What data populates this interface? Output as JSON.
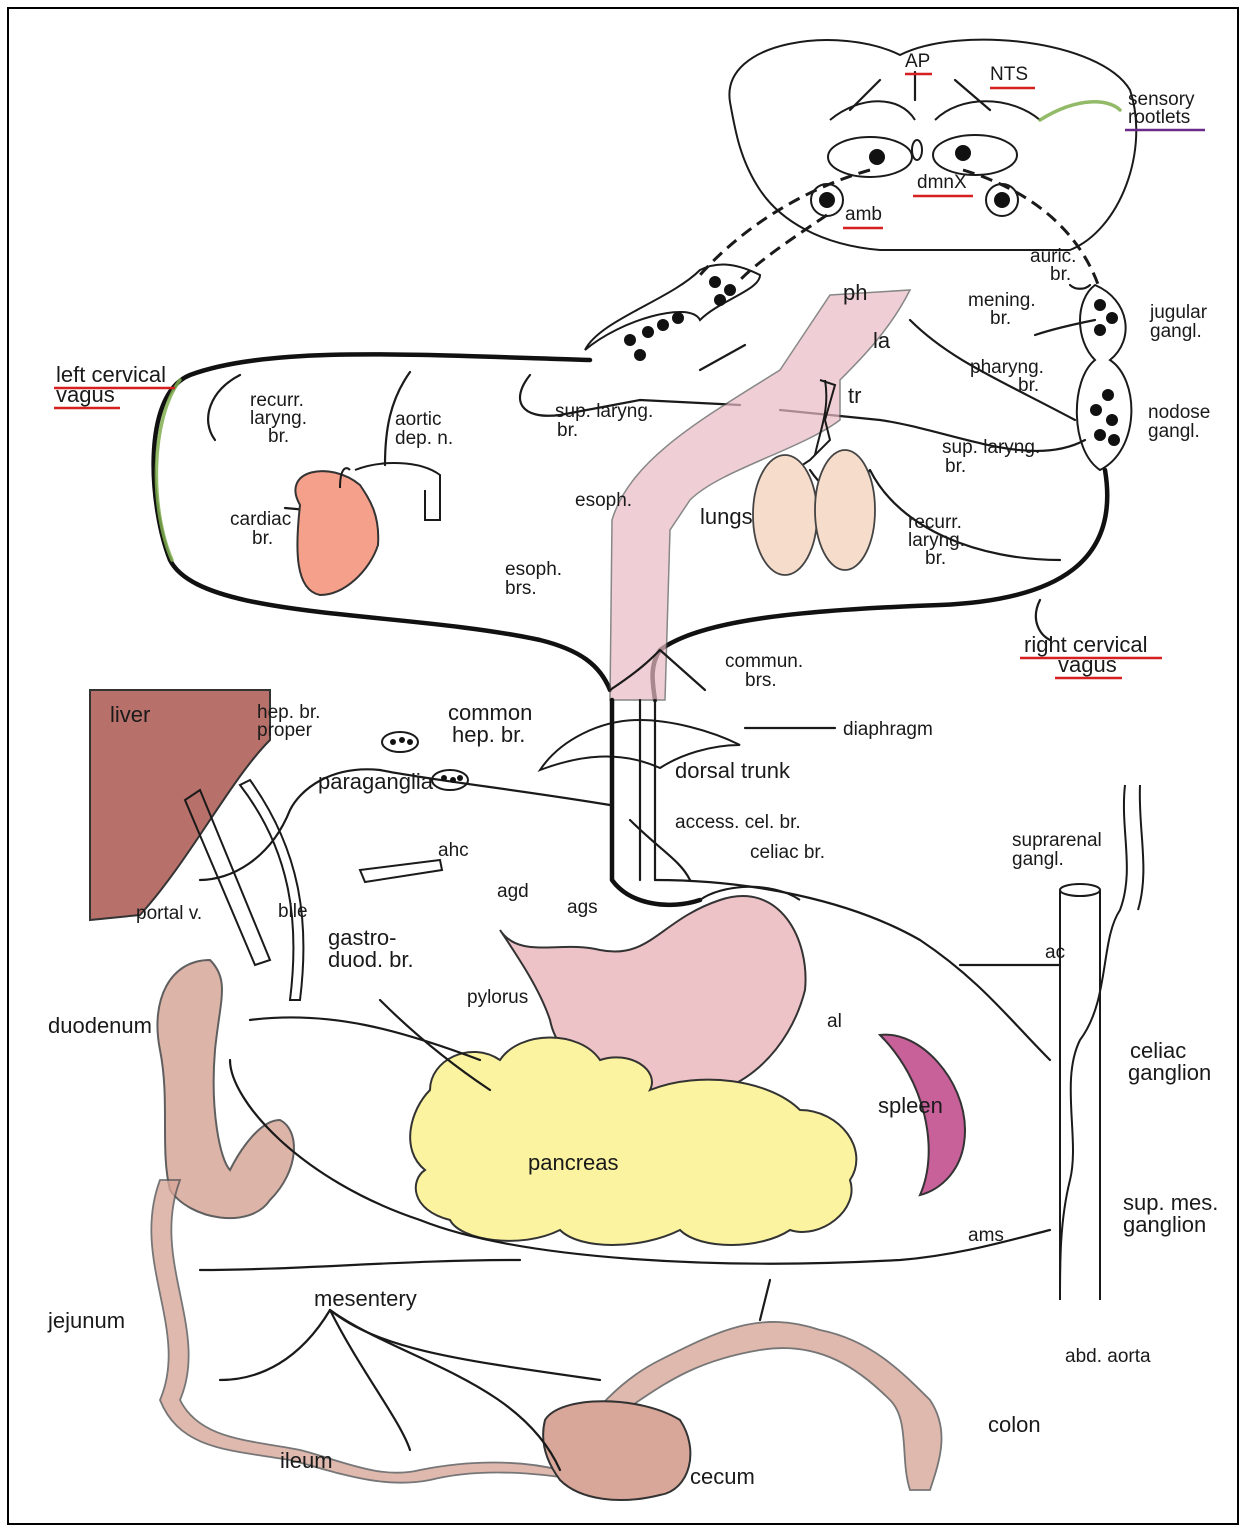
{
  "colors": {
    "nerve": "#1a1a1a",
    "nerve_highlight": "#7fae4f",
    "gut": "#d8a79a",
    "liver": "#b8706a",
    "heart": "#f4a08a",
    "lungs": "#f6dccb",
    "pancreas": "#fbf3a0",
    "spleen": "#c8609a",
    "underline_red": "#d62020",
    "underline_purple": "#6a2a8a"
  },
  "labels": {
    "ap": "AP",
    "nts": "NTS",
    "sensory_rootlets_1": "sensory",
    "sensory_rootlets_2": "rootlets",
    "dmnx": "dmnX",
    "amb": "amb",
    "auric_1": "auric.",
    "auric_2": "br.",
    "mening_1": "mening.",
    "mening_2": "br.",
    "jugular_1": "jugular",
    "jugular_2": "gangl.",
    "ph": "ph",
    "la": "la",
    "tr": "tr",
    "pharyng_1": "pharyng.",
    "pharyng_2": "br.",
    "nodose_1": "nodose",
    "nodose_2": "gangl.",
    "left_cervical_1": "left cervical",
    "left_cervical_2": "vagus",
    "recurr_left_1": "recurr.",
    "recurr_left_2": "laryng.",
    "recurr_left_3": "br.",
    "aortic_1": "aortic",
    "aortic_2": "dep. n.",
    "sup_laryng_left_1": "sup. laryng.",
    "sup_laryng_left_2": "br.",
    "sup_laryng_right_1": "sup. laryng.",
    "sup_laryng_right_2": "br.",
    "cardiac_1": "cardiac",
    "cardiac_2": "br.",
    "esoph": "esoph.",
    "lungs": "lungs",
    "recurr_right_1": "recurr.",
    "recurr_right_2": "laryng.",
    "recurr_right_3": "br.",
    "esoph_brs_1": "esoph.",
    "esoph_brs_2": "brs.",
    "right_cervical_1": "right cervical",
    "right_cervical_2": "vagus",
    "commun_1": "commun.",
    "commun_2": "brs.",
    "liver": "liver",
    "hep_proper_1": "hep. br.",
    "hep_proper_2": "proper",
    "common_hep_1": "common",
    "common_hep_2": "hep. br.",
    "diaphragm": "diaphragm",
    "dorsal_trunk": "dorsal trunk",
    "paraganglia": "paraganglia",
    "access_cel": "access. cel. br.",
    "celiac_br": "celiac br.",
    "suprarenal_1": "suprarenal",
    "suprarenal_2": "gangl.",
    "ahc": "ahc",
    "agd": "agd",
    "ags": "ags",
    "portal": "portal v.",
    "bile": "bile",
    "gastro_1": "gastro-",
    "gastro_2": "duod. br.",
    "ac": "ac",
    "pylorus": "pylorus",
    "duodenum": "duodenum",
    "al": "al",
    "celiac_ganglion_1": "celiac",
    "celiac_ganglion_2": "ganglion",
    "spleen": "spleen",
    "pancreas": "pancreas",
    "sup_mes_1": "sup. mes.",
    "sup_mes_2": "ganglion",
    "ams": "ams",
    "mesentery": "mesentery",
    "jejunum": "jejunum",
    "abd_aorta": "abd. aorta",
    "colon": "colon",
    "ileum": "ileum",
    "cecum": "cecum"
  }
}
